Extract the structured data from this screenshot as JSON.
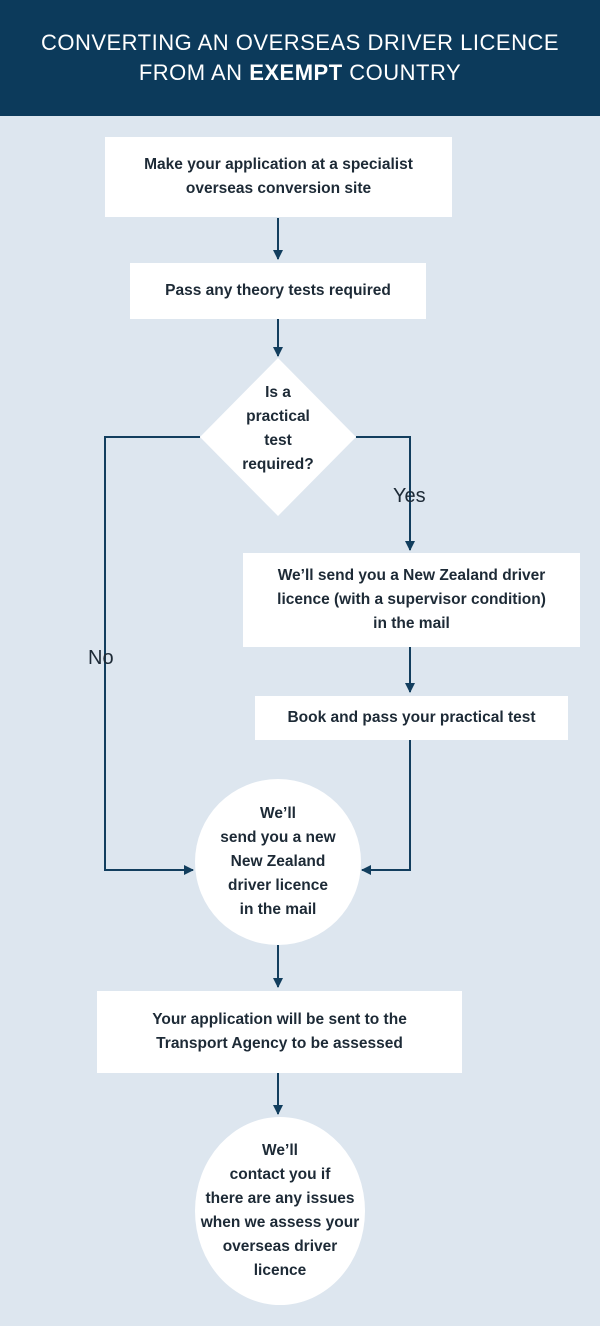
{
  "header": {
    "line1": "CONVERTING AN OVERSEAS DRIVER LICENCE",
    "line2_prefix": "FROM AN ",
    "line2_bold": "EXEMPT",
    "line2_suffix": " COUNTRY"
  },
  "steps": {
    "apply": [
      "Make your application at a specialist",
      "overseas conversion site"
    ],
    "theory": "Pass any theory tests required",
    "decision": [
      "Is a",
      "practical",
      "test",
      "required?"
    ],
    "send_supervisor": [
      "We’ll send you a New Zealand driver",
      "licence (with a supervisor condition)",
      "in the mail"
    ],
    "practical": "Book and pass your practical test",
    "new_licence": [
      "We’ll",
      "send you a new",
      "New Zealand",
      "driver licence",
      "in the mail"
    ],
    "assessed": [
      "Your application will be sent to the",
      "Transport Agency to be assessed"
    ],
    "contact": [
      "We’ll",
      "contact you if",
      "there are any issues",
      "when we assess your",
      "overseas driver",
      "licence"
    ]
  },
  "labels": {
    "yes": "Yes",
    "no": "No"
  },
  "colors": {
    "header_bg": "#0c3a5b",
    "background": "#dde6ef",
    "arrow": "#123e5e"
  }
}
